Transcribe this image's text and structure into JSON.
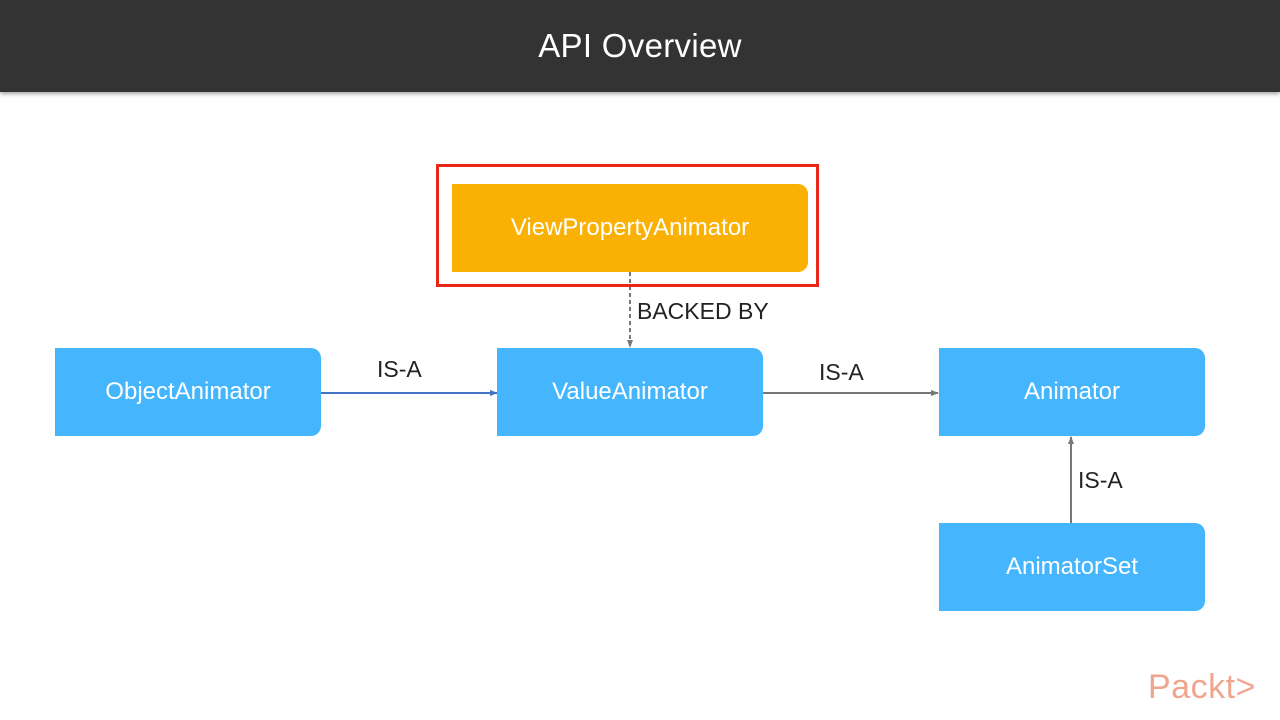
{
  "header": {
    "title": "API Overview"
  },
  "nodes": {
    "view_property_animator": "ViewPropertyAnimator",
    "object_animator": "ObjectAnimator",
    "value_animator": "ValueAnimator",
    "animator": "Animator",
    "animator_set": "AnimatorSet"
  },
  "edges": {
    "backed_by": "BACKED BY",
    "object_to_value": "IS-A",
    "value_to_animator": "IS-A",
    "set_to_animator": "IS-A"
  },
  "colors": {
    "header_bg": "#333333",
    "node_blue": "#45b6fd",
    "node_orange": "#fbb103",
    "highlight_red": "#e8261a",
    "logo": "#f0a58f"
  },
  "logo": {
    "text": "Packt>"
  }
}
